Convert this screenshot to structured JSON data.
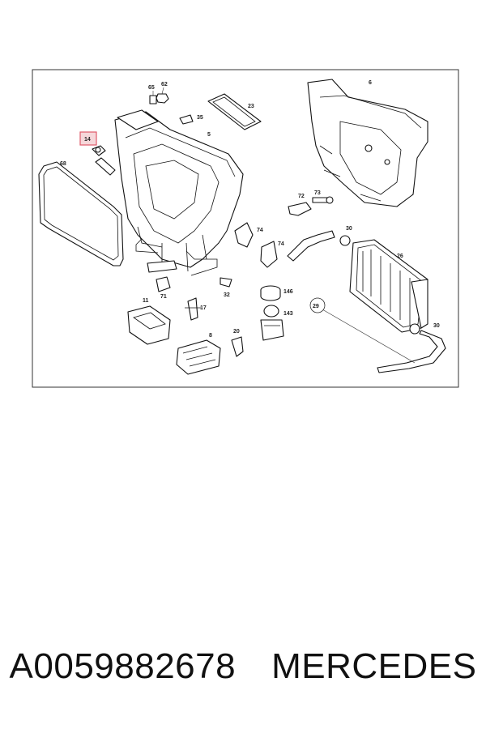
{
  "diagram": {
    "callouts": {
      "c65": "65",
      "c62": "62",
      "c23": "23",
      "c6": "6",
      "c35": "35",
      "c5": "5",
      "c14": "14",
      "c68": "68",
      "c72": "72",
      "c73": "73",
      "c74a": "74",
      "c74b": "74",
      "c30a": "30",
      "c26": "26",
      "c71": "71",
      "c32": "32",
      "c146": "146",
      "c29": "29",
      "c11": "11",
      "c17": "17",
      "c143": "143",
      "c30b": "30",
      "c8": "8",
      "c20": "20"
    },
    "highlight_color": "#e05a6a"
  },
  "caption": {
    "part_number": "A0059882678",
    "brand": "MERCEDES"
  }
}
